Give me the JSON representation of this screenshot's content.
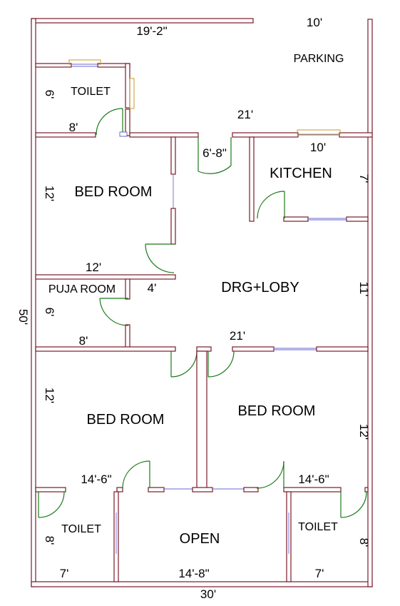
{
  "plan": {
    "rooms": {
      "parking": "PARKING",
      "toilet_top": "TOILET",
      "bed_top": "BED ROOM",
      "kitchen": "KITCHEN",
      "puja": "PUJA ROOM",
      "drawing": "DRG+LOBY",
      "bed_left": "BED ROOM",
      "bed_right": "BED ROOM",
      "toilet_left": "TOILET",
      "open": "OPEN",
      "toilet_right": "TOILET"
    },
    "dims": {
      "top_width": "19'-2\"",
      "parking_w": "10'",
      "toilet_h": "6'",
      "toilet_w": "8'",
      "mid_21_top": "21'",
      "door_6_8": "6'-8\"",
      "kitchen_w": "10'",
      "kitchen_h": "7'",
      "bed_h": "12'",
      "bed_w": "12'",
      "puja_gap": "4'",
      "puja_h": "6'",
      "drg_h": "11'",
      "puja_w": "8'",
      "mid_21_bottom": "21'",
      "total_depth": "50'",
      "bed_left_h": "12'",
      "bed_right_h": "12'",
      "bed_left_w": "14'-6\"",
      "bed_right_w": "14'-6\"",
      "toilet_left_h": "8'",
      "toilet_right_h": "8'",
      "toilet_left_w": "7'",
      "open_w": "14'-8\"",
      "toilet_right_w": "7'",
      "total_width": "30'"
    }
  }
}
